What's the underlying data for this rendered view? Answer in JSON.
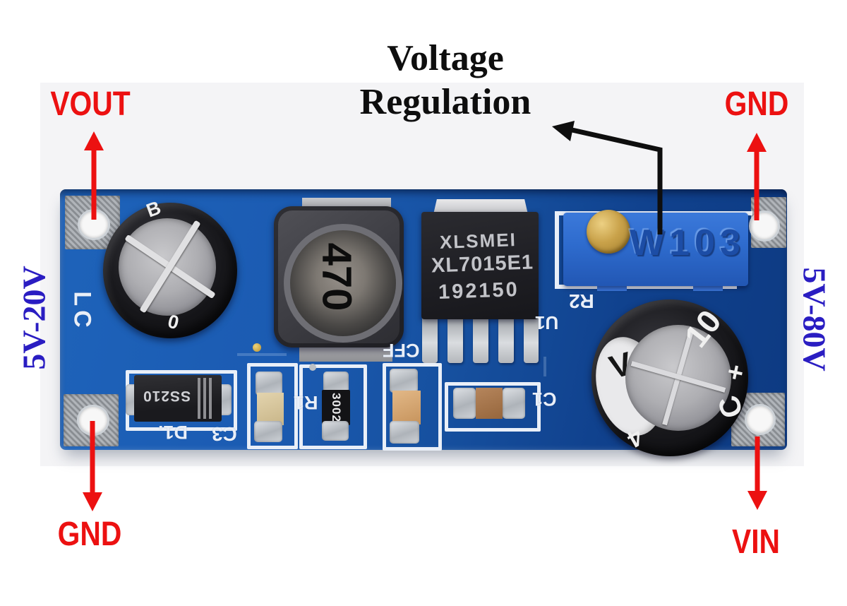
{
  "theme": {
    "red": "#ec1111",
    "blue": "#2a1dc2",
    "ink": "#0e0e0e",
    "silk": "#e9eff8",
    "board1": "#1e63ba",
    "board2": "#0d3a82",
    "pot": "#2e6bcd",
    "brass": "#c9a24a",
    "bg": "#f4f4f6"
  },
  "annotations": {
    "title": {
      "line1": "Voltage",
      "line2": "Regulation"
    },
    "pins": {
      "vout": "VOUT",
      "gnd_top": "GND",
      "gnd_bottom": "GND",
      "vin": "VIN"
    },
    "ranges": {
      "output": "5V-20V",
      "input": "5V-80V"
    }
  },
  "board": {
    "silkscreen": {
      "lc": "LC",
      "d1": "D1.",
      "c3": "C3",
      "r1": "R1",
      "cff": "CFF",
      "c1": "C1",
      "r2": "R2",
      "u1": "U1"
    },
    "markings": {
      "inductor": "470",
      "ic_brand": "XLSMEI",
      "ic_part": "XL7015E1",
      "ic_lot": "192150",
      "diode": "SS210",
      "resistor": "3002",
      "potentiometer": "W103",
      "cap_out_top": "B",
      "cap_out_bottom": "0",
      "cap_in_value": "10",
      "cap_in_c": "C",
      "cap_in_plus": "+",
      "cap_in_stripe": "V",
      "cap_in_bottom": "4"
    }
  }
}
